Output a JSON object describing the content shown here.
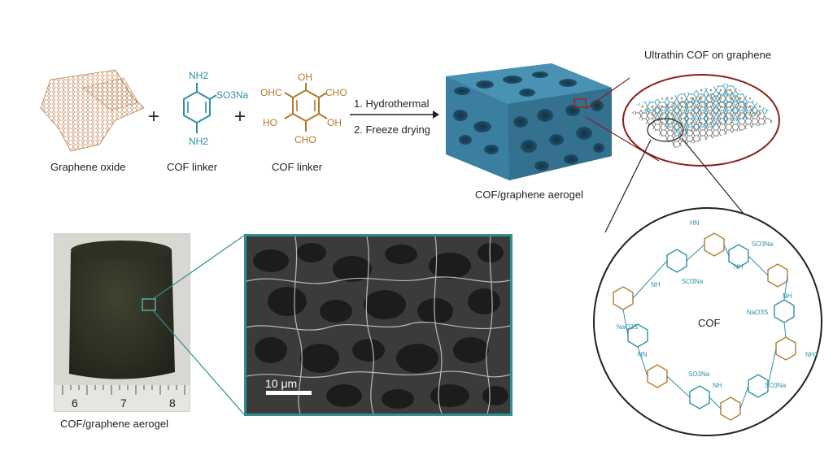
{
  "reactants": {
    "graphene_oxide": "Graphene oxide",
    "linker1_label": "COF linker",
    "linker2_label": "COF linker",
    "linker1_groups": {
      "top": "NH2",
      "side": "SO3Na",
      "bottom": "NH2"
    },
    "linker2_groups": {
      "top": "OH",
      "left_top": "OHC",
      "right_top": "CHO",
      "left_bottom": "HO",
      "right_bottom": "OH",
      "bottom": "CHO"
    },
    "plus": "+"
  },
  "process": {
    "step1": "1. Hydrothermal",
    "step2": "2. Freeze drying"
  },
  "aerogel_label": "COF/graphene aerogel",
  "inset_title": "Ultrathin COF on graphene",
  "photo": {
    "label": "COF/graphene aerogel",
    "ruler_numbers": [
      "6",
      "7",
      "8"
    ]
  },
  "sem": {
    "scale_bar": "10 μm"
  },
  "cof_circle": {
    "center_label": "COF",
    "groups": [
      "HN",
      "SO3Na",
      "SO3Na",
      "NaO3S",
      "NaO3S",
      "SO3Na",
      "SO3Na",
      "NH",
      "NH",
      "NH2",
      "HN",
      "NH",
      "NH"
    ]
  },
  "colors": {
    "linker_blue": "#2f8fa8",
    "linker_gold": "#b07a2a",
    "aerogel_blue": "#3b7fa0",
    "frame_red": "#8b1d1d",
    "sem_border": "#2f8f91"
  }
}
